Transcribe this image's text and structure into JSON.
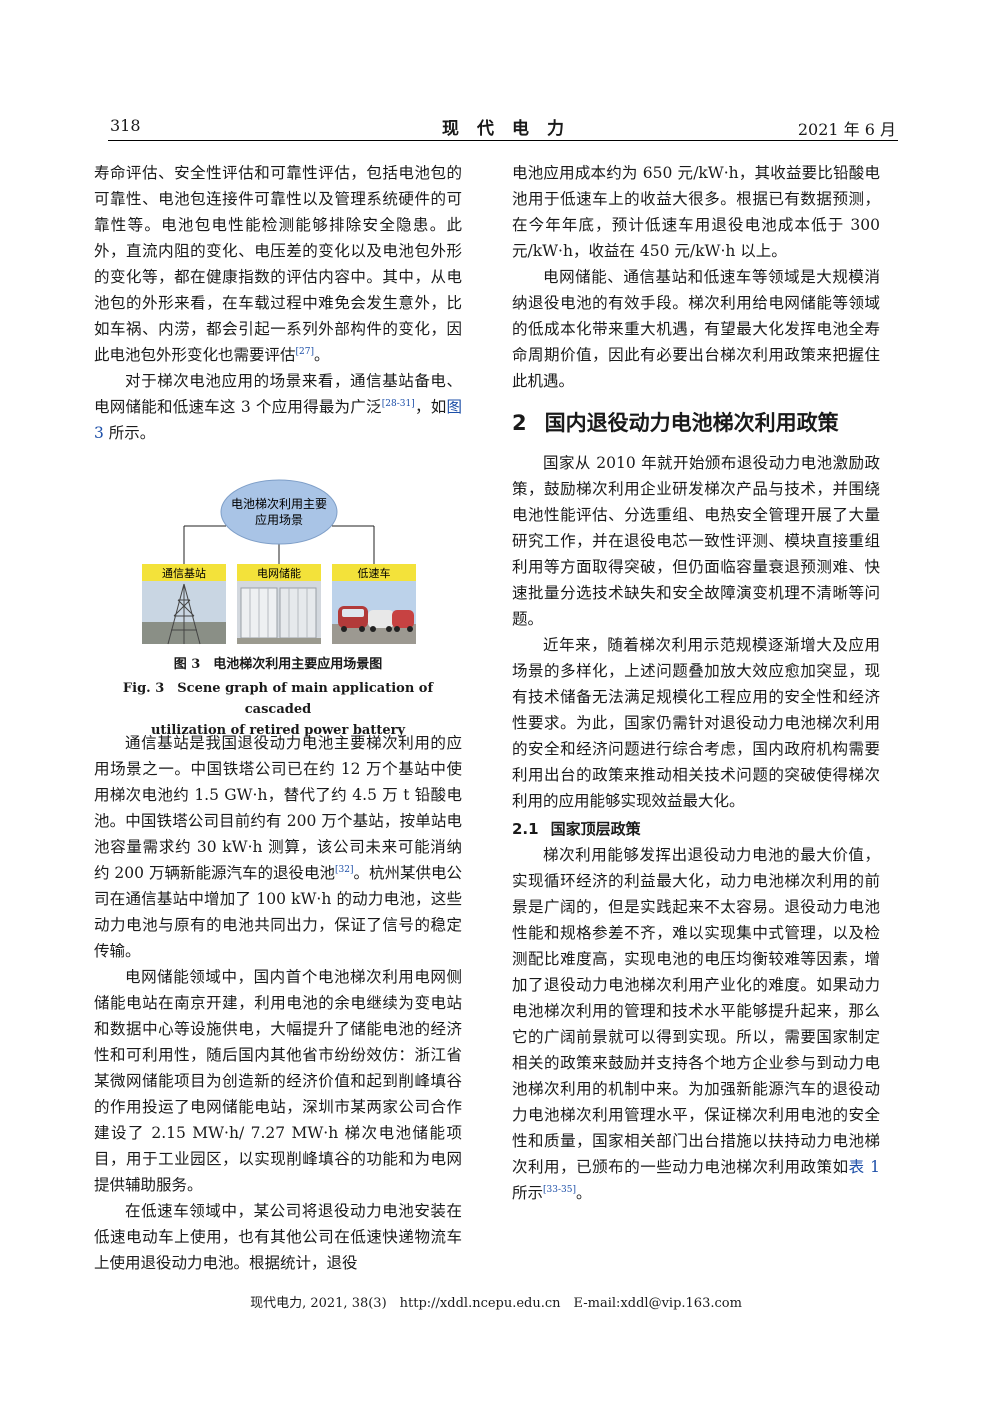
{
  "header": {
    "page_number": "318",
    "journal_title": "现代电力",
    "date": "2021 年 6 月"
  },
  "left_column": {
    "p1": "寿命评估、安全性评估和可靠性评估，包括电池包的可靠性、电池包连接件可靠性以及管理系统硬件的可靠性等。电池包电性能检测能够排除安全隐患。此外，直流内阻的变化、电压差的变化以及电池包外形的变化等，都在健康指数的评估内容中。其中，从电池包的外形来看，在车载过程中难免会发生意外，比如车祸、内涝，都会引起一系列外部构件的变化，因此电池包外形变化也需要评估",
    "p1_ref": "[27]",
    "p1_end": "。",
    "p2_a": "对于梯次电池应用的场景来看，通信基站备电、电网储能和低速车这 3 个应用得最为广泛",
    "p2_ref": "[28-31]",
    "p2_b": "，如",
    "p2_link": "图 3",
    "p2_c": " 所示。",
    "p3": "通信基站是我国退役动力电池主要梯次利用的应用场景之一。中国铁塔公司已在约 12 万个基站中使用梯次电池约 1.5 GW·h，替代了约 4.5 万 t 铅酸电池。中国铁塔公司目前约有 200 万个基站，按单站电池容量需求约 30 kW·h 测算，该公司未来可能消纳约 200 万辆新能源汽车的退役电池",
    "p3_ref": "[32]",
    "p3_b": "。杭州某供电公司在通信基站中增加了 100 kW·h 的动力电池，这些动力电池与原有的电池共同出力，保证了信号的稳定传输。",
    "p4": "电网储能领域中，国内首个电池梯次利用电网侧储能电站在南京开建，利用电池的余电继续为变电站和数据中心等设施供电，大幅提升了储能电池的经济性和可利用性，随后国内其他省市纷纷效仿：浙江省某微网储能项目为创造新的经济价值和起到削峰填谷的作用投运了电网储能电站，深圳市某两家公司合作建设了 2.15 MW·h/ 7.27 MW·h 梯次电池储能项目，用于工业园区，以实现削峰填谷的功能和为电网提供辅助服务。",
    "p5": "在低速车领域中，某公司将退役动力电池安装在低速电动车上使用，也有其他公司在低速快递物流车上使用退役动力电池。根据统计，退役"
  },
  "figure": {
    "center_label_line1": "电池梯次利用主要",
    "center_label_line2": "应用场景",
    "box1": "通信基站",
    "box2": "电网储能",
    "box3": "低速车",
    "caption_cn": "图 3　电池梯次利用主要应用场景图",
    "caption_en_1": "Fig. 3　Scene graph of main application of cascaded",
    "caption_en_2": "utilization of retired power battery"
  },
  "right_column": {
    "p1": "电池应用成本约为 650 元/kW·h，其收益要比铅酸电池用于低速车上的收益大很多。根据已有数据预测，在今年年底，预计低速车用退役电池成本低于 300 元/kW·h，收益在 450 元/kW·h 以上。",
    "p2": "电网储能、通信基站和低速车等领域是大规模消纳退役电池的有效手段。梯次利用给电网储能等领域的低成本化带来重大机遇，有望最大化发挥电池全寿命周期价值，因此有必要出台梯次利用政策来把握住此机遇。",
    "sec_num": "2",
    "sec_title": "国内退役动力电池梯次利用政策",
    "p3": "国家从 2010 年就开始颁布退役动力电池激励政策，鼓励梯次利用企业研发梯次产品与技术，并围绕电池性能评估、分选重组、电热安全管理开展了大量研究工作，并在退役电芯一致性评测、模块直接重组利用等方面取得突破，但仍面临容量衰退预测难、快速批量分选技术缺失和安全故障演变机理不清晰等问题。",
    "p4": "近年来，随着梯次利用示范规模逐渐增大及应用场景的多样化，上述问题叠加放大效应愈加突显，现有技术储备无法满足规模化工程应用的安全性和经济性要求。为此，国家仍需针对退役动力电池梯次利用的安全和经济问题进行综合考虑，国内政府机构需要利用出台的政策来推动相关技术问题的突破使得梯次利用的应用能够实现效益最大化。",
    "sub_num": "2.1",
    "sub_title": "国家顶层政策",
    "p5": "梯次利用能够发挥出退役动力电池的最大价值，实现循环经济的利益最大化，动力电池梯次利用的前景是广阔的，但是实践起来不太容易。退役动力电池性能和规格参差不齐，难以实现集中式管理，以及检测配比难度高，实现电池的电压均衡较难等因素，增加了退役动力电池梯次利用产业化的难度。如果动力电池梯次利用的管理和技术水平能够提升起来，那么它的广阔前景就可以得到实现。所以，需要国家制定相关的政策来鼓励并支持各个地方企业参与到动力电池梯次利用的机制中来。为加强新能源汽车的退役动力电池梯次利用管理水平，保证梯次利用电池的安全性和质量，国家相关部门出台措施以扶持动力电池梯次利用，已颁布的一些动力电池梯次利用政策如",
    "p5_link": "表 1",
    "p5_b": " 所示",
    "p5_ref": "[33-35]",
    "p5_end": "。"
  },
  "footer": {
    "text": "现代电力, 2021, 38(3)　http://xddl.ncepu.edu.cn　E-mail:xddl@vip.163.com"
  },
  "colors": {
    "ellipse_fill": "#a9c4e6",
    "box_fill": "#f3e23a",
    "link": "#1d4fa8"
  }
}
